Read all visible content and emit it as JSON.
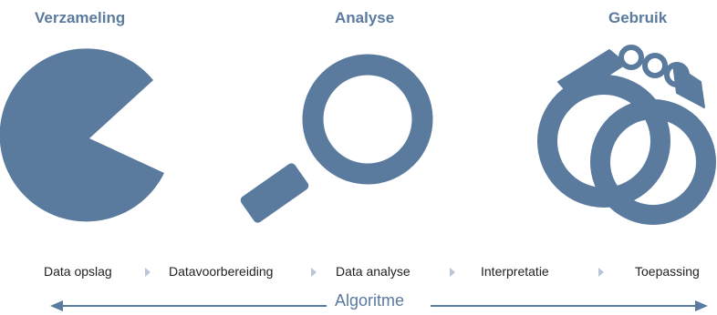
{
  "stages": [
    {
      "title": "Verzameling",
      "icon": "pie-chart-icon"
    },
    {
      "title": "Analyse",
      "icon": "magnifier-icon"
    },
    {
      "title": "Gebruik",
      "icon": "handcuffs-icon"
    }
  ],
  "steps": [
    "Data opslag",
    "Datavoorbereiding",
    "Data analyse",
    "Interpretatie",
    "Toepassing"
  ],
  "algorithm_label": "Algoritme",
  "colors": {
    "accent": "#5a7a9e",
    "chevron": "#b7c6d8",
    "text": "#222222"
  }
}
